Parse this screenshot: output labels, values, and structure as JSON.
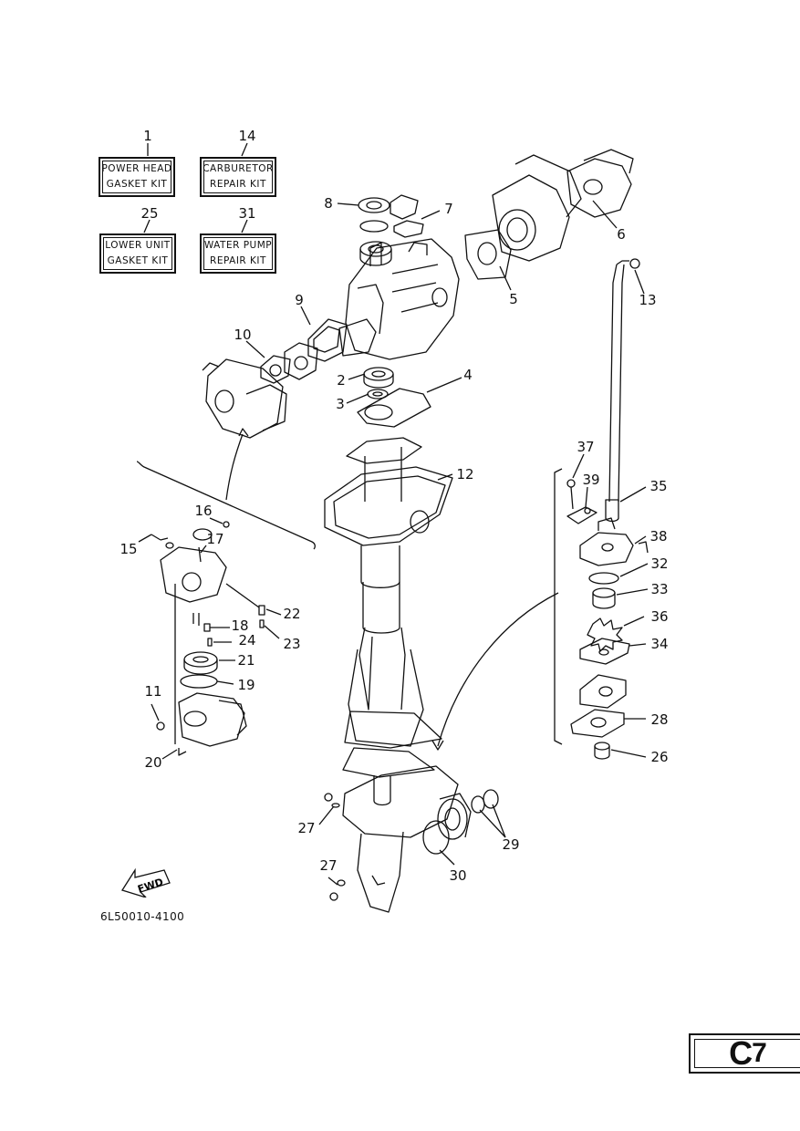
{
  "kits": [
    {
      "ref": "1",
      "line1": "POWER HEAD",
      "line2": "GASKET KIT"
    },
    {
      "ref": "14",
      "line1": "CARBURETOR",
      "line2": "REPAIR KIT"
    },
    {
      "ref": "25",
      "line1": "LOWER UNIT",
      "line2": "GASKET KIT"
    },
    {
      "ref": "31",
      "line1": "WATER PUMP",
      "line2": "REPAIR KIT"
    }
  ],
  "callouts": [
    "8",
    "7",
    "6",
    "5",
    "13",
    "9",
    "10",
    "2",
    "4",
    "3",
    "12",
    "37",
    "39",
    "35",
    "16",
    "15",
    "17",
    "38",
    "32",
    "33",
    "22",
    "18",
    "24",
    "23",
    "36",
    "21",
    "34",
    "19",
    "11",
    "28",
    "20",
    "26",
    "27",
    "29",
    "30",
    "27"
  ],
  "fwd_label": "FWD",
  "drawing_code": "6L50010-4100",
  "page_tag": {
    "letter": "C",
    "number": "7"
  }
}
